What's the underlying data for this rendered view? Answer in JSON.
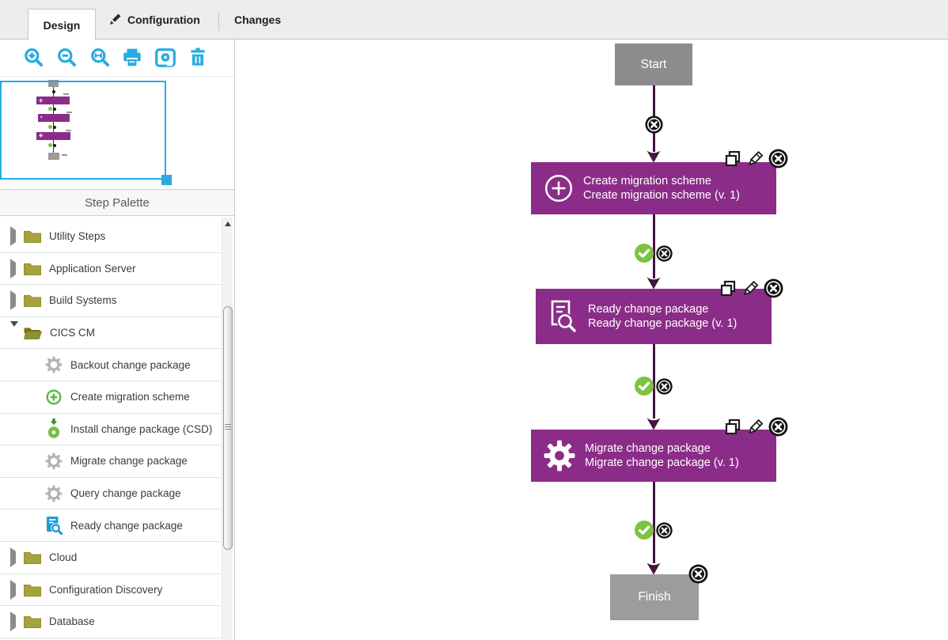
{
  "colors": {
    "accent_blue": "#29ABE2",
    "step_purple": "#8B2D88",
    "edge_purple": "#421543",
    "status_green": "#7DC242",
    "start_gray": "#8C8C8C",
    "finish_gray": "#9C9C9C",
    "folder_olive": "#A4A43B",
    "doc_blue": "#1E9BD7"
  },
  "tabs": {
    "design": "Design",
    "configuration": "Configuration",
    "changes": "Changes"
  },
  "toolbar": {
    "buttons": [
      "zoom-in",
      "zoom-out",
      "zoom-to-fit",
      "print",
      "overview",
      "delete"
    ]
  },
  "palette": {
    "title": "Step Palette",
    "items": [
      {
        "type": "folder",
        "expanded": false,
        "icon": "folder-icon",
        "label": "Utility Steps"
      },
      {
        "type": "folder",
        "expanded": false,
        "icon": "folder-icon",
        "label": "Application Server"
      },
      {
        "type": "folder",
        "expanded": false,
        "icon": "folder-icon",
        "label": "Build Systems"
      },
      {
        "type": "folder",
        "expanded": true,
        "icon": "folder-open-icon",
        "label": "CICS CM"
      },
      {
        "type": "step",
        "icon": "gear-icon",
        "label": "Backout change package"
      },
      {
        "type": "step",
        "icon": "circle-plus-icon",
        "label": "Create migration scheme"
      },
      {
        "type": "step",
        "icon": "install-icon",
        "label": "Install change package (CSD)"
      },
      {
        "type": "step",
        "icon": "gear-icon",
        "label": "Migrate change package"
      },
      {
        "type": "step",
        "icon": "gear-icon",
        "label": "Query change package"
      },
      {
        "type": "step",
        "icon": "document-search-icon",
        "label": "Ready change package"
      },
      {
        "type": "folder",
        "expanded": false,
        "icon": "folder-icon",
        "label": "Cloud"
      },
      {
        "type": "folder",
        "expanded": false,
        "icon": "folder-icon",
        "label": "Configuration Discovery"
      },
      {
        "type": "folder",
        "expanded": false,
        "icon": "folder-icon",
        "label": "Database"
      }
    ]
  },
  "canvas": {
    "start_label": "Start",
    "finish_label": "Finish",
    "steps": [
      {
        "icon": "circle-plus-icon",
        "name": "Create migration scheme",
        "version": "Create migration scheme (v. 1)"
      },
      {
        "icon": "document-search-icon",
        "name": "Ready change package",
        "version": "Ready change package (v. 1)"
      },
      {
        "icon": "gear-icon",
        "name": "Migrate change package",
        "version": "Migrate change package (v. 1)"
      }
    ]
  }
}
